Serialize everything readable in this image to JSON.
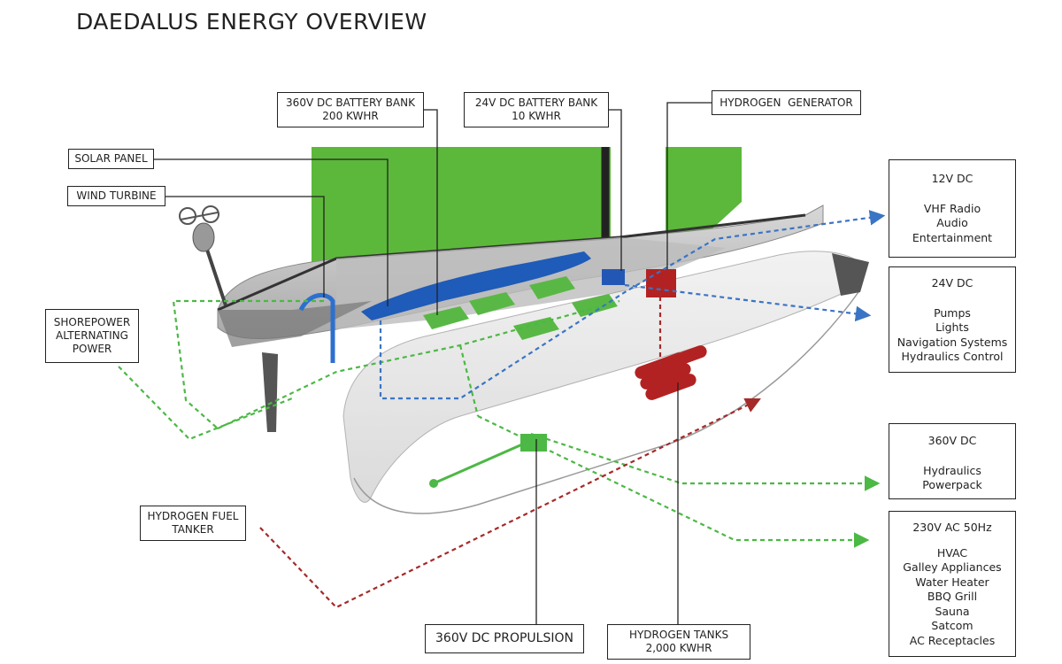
{
  "title": "DAEDALUS ENERGY OVERVIEW",
  "components": {
    "solar_panel": "SOLAR PANEL",
    "wind_turbine": "WIND TURBINE",
    "shorepower": [
      "SHOREPOWER",
      "ALTERNATING",
      "POWER"
    ],
    "battery_360": [
      "360V DC BATTERY BANK",
      "200 KWHR"
    ],
    "battery_24": [
      "24V DC BATTERY BANK",
      "10 KWHR"
    ],
    "hydrogen_generator": "HYDROGEN  GENERATOR",
    "hydrogen_fuel_tanker": [
      "HYDROGEN FUEL",
      "TANKER"
    ],
    "propulsion": "360V DC PROPULSION",
    "hydrogen_tanks": [
      "HYDROGEN TANKS",
      "2,000 KWHR"
    ]
  },
  "voltage_systems": [
    {
      "title": "12V DC",
      "items": [
        "VHF Radio",
        "Audio",
        "Entertainment"
      ]
    },
    {
      "title": "24V DC",
      "items": [
        "Pumps",
        "Lights",
        "Navigation Systems",
        "Hydraulics Control"
      ]
    },
    {
      "title": "360V DC",
      "items": [
        "Hydraulics",
        "Powerpack"
      ]
    },
    {
      "title": "230V AC 50Hz",
      "items": [
        "HVAC",
        "Galley Appliances",
        "Water Heater",
        "BBQ Grill",
        "Sauna",
        "Satcom",
        "AC Receptacles"
      ]
    }
  ],
  "colors": {
    "green_flow": "#4cb845",
    "blue_flow": "#3a74c4",
    "red_flow": "#a52a2a",
    "solar_green": "#5cb83a",
    "battery_blue": "#1f5bb8",
    "tank_red": "#b32222",
    "hull_gray": "#b8b8b8"
  }
}
